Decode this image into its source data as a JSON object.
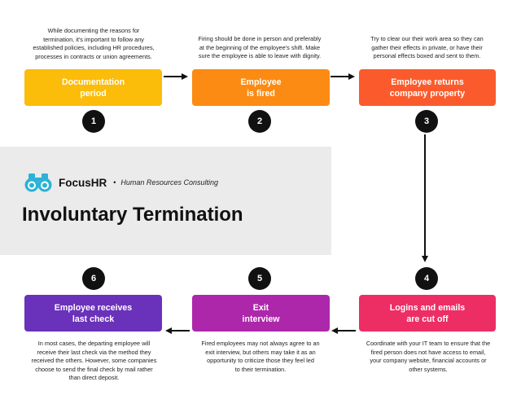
{
  "brand": {
    "name": "FocusHR",
    "tagline": "Human Resources Consulting",
    "icon": "binoculars-icon"
  },
  "title": "Involuntary Termination",
  "steps": [
    {
      "number": "1",
      "line1": "Documentation",
      "line2": "period",
      "color": "#fbbc0a",
      "desc": [
        "While documenting the reasons for",
        "termination, it's important to follow any",
        "established policies, including HR procedures,",
        "processes in contracts or union agreements."
      ]
    },
    {
      "number": "2",
      "line1": "Employee",
      "line2": "is fired",
      "color": "#fb8b12",
      "desc": [
        "Firing should be done in person and preferably",
        "at the beginning of the employee's shift. Make",
        "sure the employee is able to leave with dignity."
      ]
    },
    {
      "number": "3",
      "line1": "Employee returns",
      "line2": "company property",
      "color": "#fb5b2c",
      "desc": [
        "Try to clear our their work area so they can",
        "gather their effects in private, or have their",
        "personal effects boxed and sent to them."
      ]
    },
    {
      "number": "4",
      "line1": "Logins and emails",
      "line2": "are cut off",
      "color": "#ec2e65",
      "desc": [
        "Coordinate with your IT team to ensure that the",
        "fired person does not have access to email,",
        "your company website, financial accounts or",
        "other systems."
      ]
    },
    {
      "number": "5",
      "line1": "Exit",
      "line2": "interview",
      "color": "#ad27aa",
      "desc": [
        "Fired employees may not always agree to an",
        "exit interview, but others may take it as an",
        "opportunity to criticize those they feel led",
        "to their termination."
      ]
    },
    {
      "number": "6",
      "line1": "Employee receives",
      "line2": "last check",
      "color": "#6a31ba",
      "desc": [
        "In most cases, the departing employee will",
        "receive their last check via the method they",
        "received the others. However, some companies",
        "choose to send the final check by mail rather",
        "than direct deposit."
      ]
    }
  ]
}
